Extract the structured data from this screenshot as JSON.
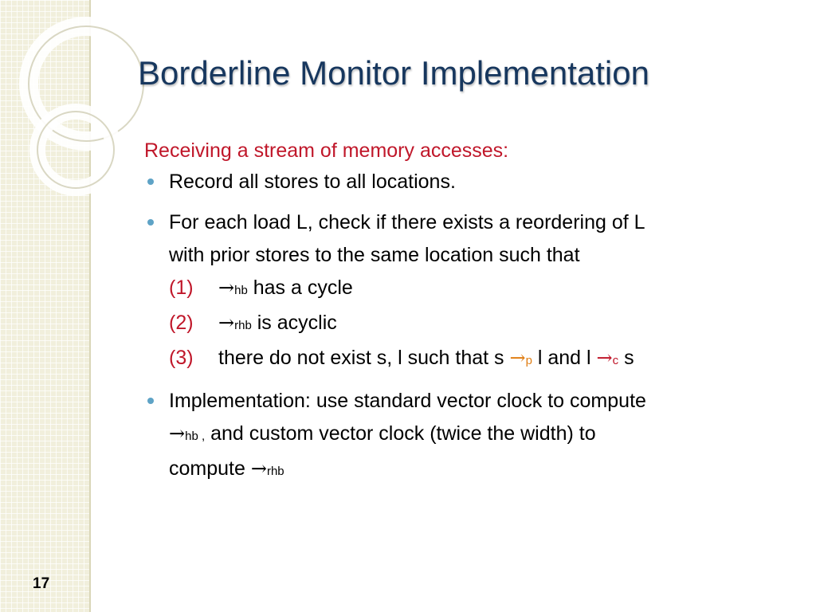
{
  "slide": {
    "title": "Borderline Monitor Implementation",
    "number": "17"
  },
  "content": {
    "intro": "Receiving a stream of memory accesses:",
    "bullet1": "Record all stores to all locations.",
    "bullet2_line1": "For each load L, check if there exists a reordering of L",
    "bullet2_line2": "with prior stores to the same location such that",
    "cond1": {
      "num": "(1)",
      "arrow": "→",
      "sub": "hb",
      "text": " has a cycle"
    },
    "cond2": {
      "num": "(2)",
      "arrow": "→",
      "sub": "rhb",
      "text": " is acyclic"
    },
    "cond3": {
      "num": "(3)",
      "text_a": "there do not exist s, l such that s ",
      "arrow_p": "→",
      "sub_p": "p",
      "text_b": " l and l ",
      "arrow_c": "→",
      "sub_c": "c",
      "text_c": " s"
    },
    "bullet3_line1": "Implementation: use standard vector clock to compute",
    "bullet3_arrow1": "→",
    "bullet3_sub1": "hb ,",
    "bullet3_text2": " and custom vector clock (twice the width) to",
    "bullet3_text3": "compute ",
    "bullet3_arrow2": "→",
    "bullet3_sub2": "rhb"
  },
  "colors": {
    "title": "#17375e",
    "accent_red": "#c0172a",
    "accent_orange": "#e07f16",
    "bullet": "#5ea3c6"
  }
}
